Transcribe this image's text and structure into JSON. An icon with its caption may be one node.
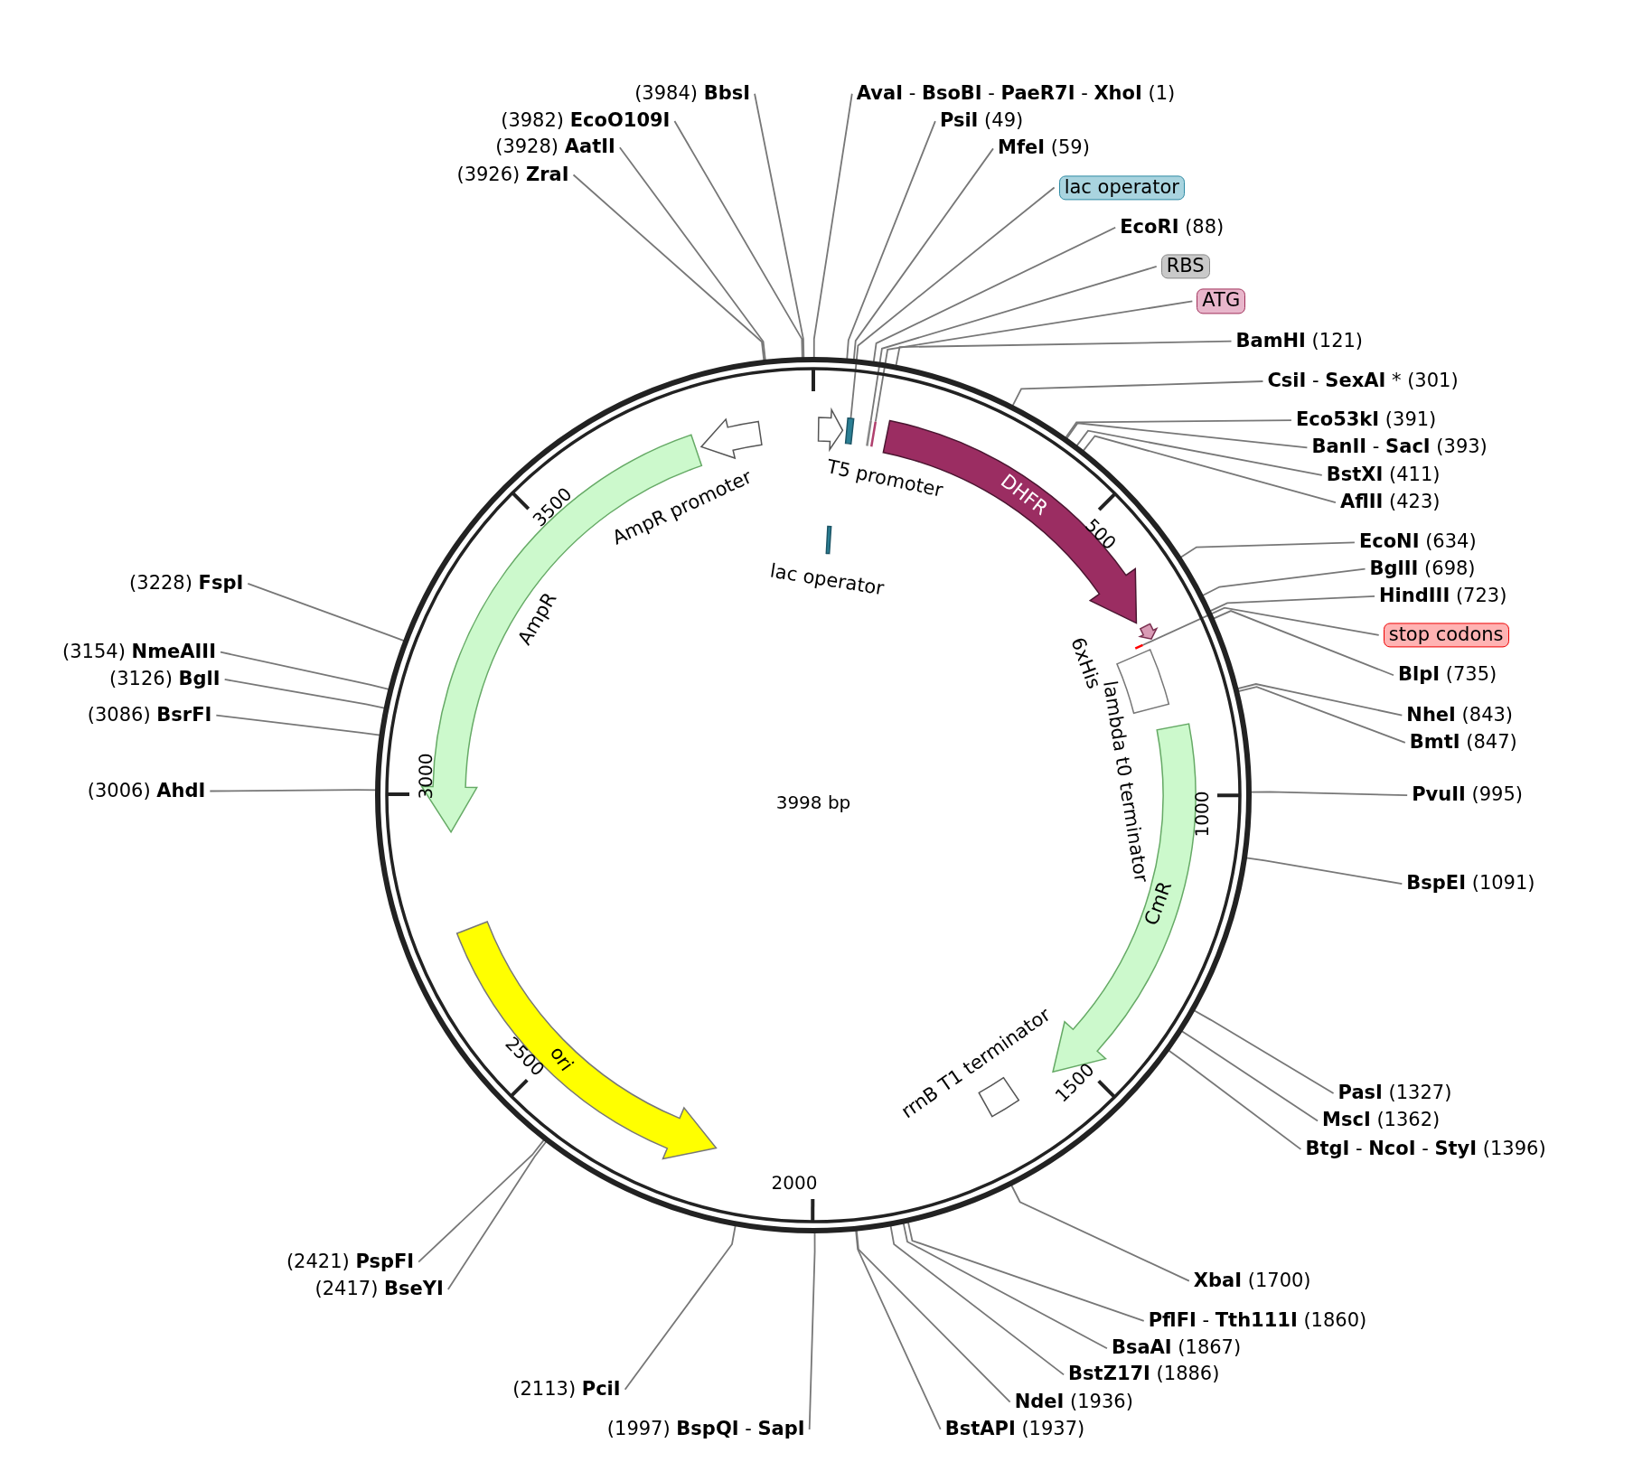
{
  "diagram": {
    "nodes": [
      {
        "text": [
          "(3984) **BbsI**"
        ]
      },
      {
        "text": [
          "(3982) **EcoO109I**"
        ]
      },
      {
        "text": [
          "(3928) **AatII**"
        ]
      },
      {
        "text": [
          "(3926) **ZraI**"
        ]
      },
      {
        "text": [
          "**AvaI** - **BsoBI** - **PaeR7I** - **XhoI** (1)"
        ]
      },
      {
        "text": [
          "**PsiI** (49)"
        ]
      },
      {
        "text": [
          "**MfeI** (59)"
        ]
      },
      {
        "text": [
          "lac operator"
        ]
      },
      {
        "text": [
          "**EcoRI** (88)"
        ]
      },
      {
        "text": [
          "RBS"
        ]
      },
      {
        "text": [
          "ATG"
        ]
      },
      {
        "text": [
          "**BamHI** (121)"
        ]
      },
      {
        "text": [
          "**CsiI** - **SexAI** * (301)"
        ]
      },
      {
        "text": [
          "**Eco53kI** (391)"
        ]
      },
      {
        "text": [
          "**BanII** - **SacI** (393)"
        ]
      },
      {
        "text": [
          "**BstXI** (411)"
        ]
      },
      {
        "text": [
          "**AflII** (423)"
        ]
      },
      {
        "text": [
          "**EcoNI** (634)"
        ]
      },
      {
        "text": [
          "**BglII** (698)"
        ]
      },
      {
        "text": [
          "**HindIII** (723)"
        ]
      },
      {
        "text": [
          "stop codons"
        ]
      },
      {
        "text": [
          "**BlpI** (735)"
        ]
      },
      {
        "text": [
          "**NheI** (843)"
        ]
      },
      {
        "text": [
          "**BmtI** (847)"
        ]
      },
      {
        "text": [
          "**PvuII** (995)"
        ]
      },
      {
        "text": [
          "**BspEI** (1091)"
        ]
      },
      {
        "text": [
          "**PasI** (1327)"
        ]
      },
      {
        "text": [
          "**MscI** (1362)"
        ]
      },
      {
        "text": [
          "**BtgI** - **NcoI** - **StyI** (1396)"
        ]
      },
      {
        "text": [
          "**XbaI** (1700)"
        ]
      },
      {
        "text": [
          "**PflFI** - **Tth111I** (1860)"
        ]
      },
      {
        "text": [
          "**BsaAI** (1867)"
        ]
      },
      {
        "text": [
          "**BstZ17I** (1886)"
        ]
      },
      {
        "text": [
          "**NdeI** (1936)"
        ]
      },
      {
        "text": [
          "**BstAPI** (1937)"
        ]
      },
      {
        "text": [
          "(1997) **BspQI** - **SapI**"
        ]
      },
      {
        "text": [
          "(2113) **PciI**"
        ]
      },
      {
        "text": [
          "(2421) **PspFI**"
        ]
      },
      {
        "text": [
          "(2417) **BseYI**"
        ]
      },
      {
        "text": [
          "(3006) **AhdI**"
        ]
      },
      {
        "text": [
          "(3086) **BsrFI**"
        ]
      },
      {
        "text": [
          "(3126) **BglI**"
        ]
      },
      {
        "text": [
          "(3154) **NmeAIII**"
        ]
      },
      {
        "text": [
          "(3228) **FspI**"
        ]
      },
      {
        "text": [
          "T5 promoter"
        ]
      },
      {
        "text": [],
        "shape": "box"
      },
      {
        "text": [],
        "shape": "bar"
      },
      {
        "text": [],
        "shape": "bar"
      },
      {
        "text": [
          "DHFR"
        ]
      },
      {
        "text": [
          "6xHis"
        ]
      },
      {
        "text": [],
        "shape": "bar"
      },
      {
        "text": [
          "lambda t0 terminator"
        ]
      },
      {
        "text": [
          "CmR"
        ]
      },
      {
        "text": [
          "rrnB T1 terminator"
        ]
      },
      {
        "text": [
          "ori"
        ]
      },
      {
        "text": [
          "AmpR"
        ]
      },
      {
        "text": [
          "AmpR promoter"
        ]
      },
      {
        "text": [
          "lac operator"
        ]
      }
    ],
    "edges": [
      {
        "from": 0,
        "to": null,
        "arrow": "none"
      },
      {
        "from": 1,
        "to": null,
        "arrow": "none"
      },
      {
        "from": 2,
        "to": null,
        "arrow": "none"
      },
      {
        "from": 3,
        "to": null,
        "arrow": "none"
      },
      {
        "from": 4,
        "to": null,
        "arrow": "none"
      },
      {
        "from": 5,
        "to": null,
        "arrow": "none"
      },
      {
        "from": 6,
        "to": null,
        "arrow": "none"
      },
      {
        "from": 7,
        "to": 45,
        "arrow": "none"
      },
      {
        "from": 8,
        "to": null,
        "arrow": "none"
      },
      {
        "from": 9,
        "to": 46,
        "arrow": "none"
      },
      {
        "from": 10,
        "to": 47,
        "arrow": "none"
      },
      {
        "from": 11,
        "to": null,
        "arrow": "none"
      },
      {
        "from": 12,
        "to": null,
        "arrow": "none"
      },
      {
        "from": 13,
        "to": null,
        "arrow": "none"
      },
      {
        "from": 14,
        "to": null,
        "arrow": "none"
      },
      {
        "from": 15,
        "to": null,
        "arrow": "none"
      },
      {
        "from": 16,
        "to": null,
        "arrow": "none"
      },
      {
        "from": 17,
        "to": null,
        "arrow": "none"
      },
      {
        "from": 18,
        "to": null,
        "arrow": "none"
      },
      {
        "from": 19,
        "to": null,
        "arrow": "none"
      },
      {
        "from": 20,
        "to": 50,
        "arrow": "none"
      },
      {
        "from": 21,
        "to": null,
        "arrow": "none"
      },
      {
        "from": 22,
        "to": null,
        "arrow": "none"
      },
      {
        "from": 23,
        "to": null,
        "arrow": "none"
      },
      {
        "from": 24,
        "to": null,
        "arrow": "none"
      },
      {
        "from": 25,
        "to": null,
        "arrow": "none"
      },
      {
        "from": 26,
        "to": null,
        "arrow": "none"
      },
      {
        "from": 27,
        "to": null,
        "arrow": "none"
      },
      {
        "from": 28,
        "to": null,
        "arrow": "none"
      },
      {
        "from": 29,
        "to": null,
        "arrow": "none"
      },
      {
        "from": 30,
        "to": null,
        "arrow": "none"
      },
      {
        "from": 31,
        "to": null,
        "arrow": "none"
      },
      {
        "from": 32,
        "to": null,
        "arrow": "none"
      },
      {
        "from": 33,
        "to": null,
        "arrow": "none"
      },
      {
        "from": 34,
        "to": null,
        "arrow": "none"
      },
      {
        "from": 35,
        "to": null,
        "arrow": "none"
      },
      {
        "from": 36,
        "to": null,
        "arrow": "none"
      },
      {
        "from": 37,
        "to": null,
        "arrow": "none"
      },
      {
        "from": 38,
        "to": null,
        "arrow": "none"
      },
      {
        "from": 39,
        "to": null,
        "arrow": "none"
      },
      {
        "from": 40,
        "to": null,
        "arrow": "none"
      },
      {
        "from": 41,
        "to": null,
        "arrow": "none"
      },
      {
        "from": 42,
        "to": null,
        "arrow": "none"
      },
      {
        "from": 43,
        "to": null,
        "arrow": "none"
      }
    ],
    "labels": [
      "3998 bp",
      "500",
      "1000",
      "1500",
      "2000",
      "2500",
      "3000",
      "3500"
    ]
  }
}
